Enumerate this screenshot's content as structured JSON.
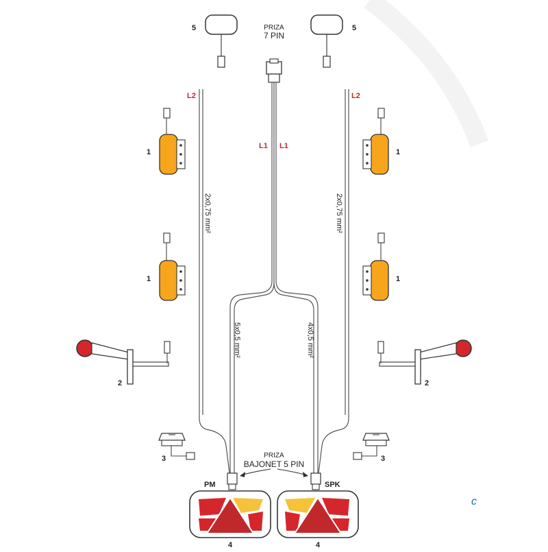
{
  "colors": {
    "line": "#555555",
    "amber": "#f7a51c",
    "red": "#d5262b",
    "deep_red": "#c0282c",
    "yellow": "#f6c23a",
    "label_red": "#c0282c"
  },
  "top_connector": {
    "title": "PRIZA",
    "subtitle": "7 PIN"
  },
  "bottom_connector": {
    "title": "PRIZA",
    "subtitle": "BAJONET 5 PIN"
  },
  "cable_codes": {
    "l1_left": "L1",
    "l1_right": "L1",
    "l2_left": "L2",
    "l2_right": "L2"
  },
  "cable_specs": {
    "outer_left": "2x0,75 mm²",
    "outer_right": "2x0,75 mm²",
    "inner_left": "5x0,5 mm²",
    "inner_right": "4x0,5 mm²"
  },
  "components": {
    "mirror_left": "5",
    "mirror_right": "5",
    "side_marker_upper_left": "1",
    "side_marker_upper_right": "1",
    "side_marker_lower_left": "1",
    "side_marker_lower_right": "1",
    "stalk_left": "2",
    "stalk_right": "2",
    "plate_light_left": "3",
    "plate_light_right": "3",
    "rear_lamp_left": "4",
    "rear_lamp_right": "4"
  },
  "side_labels": {
    "left": "PM",
    "right": "SPK"
  }
}
